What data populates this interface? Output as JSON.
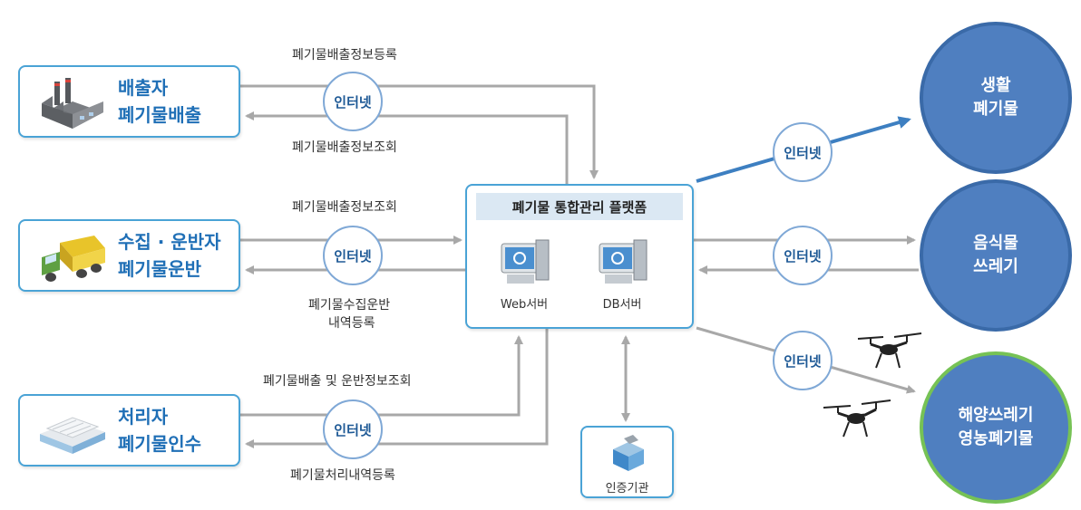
{
  "actors": [
    {
      "line1": "배출자",
      "line2": "폐기물배출"
    },
    {
      "line1": "수집 · 운반자",
      "line2": "폐기물운반"
    },
    {
      "line1": "처리자",
      "line2": "폐기물인수"
    }
  ],
  "flows": {
    "a1_top": "폐기물배출정보등록",
    "a1_bottom": "폐기물배출정보조회",
    "a2_top": "폐기물배출정보조회",
    "a2_bottom_1": "폐기물수집운반",
    "a2_bottom_2": "내역등록",
    "a3_top": "폐기물배출 및 운반정보조회",
    "a3_bottom": "폐기물처리내역등록"
  },
  "internet_label": "인터넷",
  "platform": {
    "title": "폐기물 통합관리 플랫폼",
    "web_server": "Web서버",
    "db_server": "DB서버"
  },
  "auth": {
    "label": "인증기관"
  },
  "destinations": [
    {
      "line1": "생활",
      "line2": "폐기물"
    },
    {
      "line1": "음식물",
      "line2": "쓰레기"
    },
    {
      "line1": "해양쓰레기",
      "line2": "영농폐기물"
    }
  ],
  "colors": {
    "arrow_gray": "#a8a8a8",
    "arrow_blue": "#3d7fc1",
    "dest_fill": "#4f7fc0",
    "dest_ring_green": "#76c255",
    "box_border": "#4aa3d6"
  }
}
